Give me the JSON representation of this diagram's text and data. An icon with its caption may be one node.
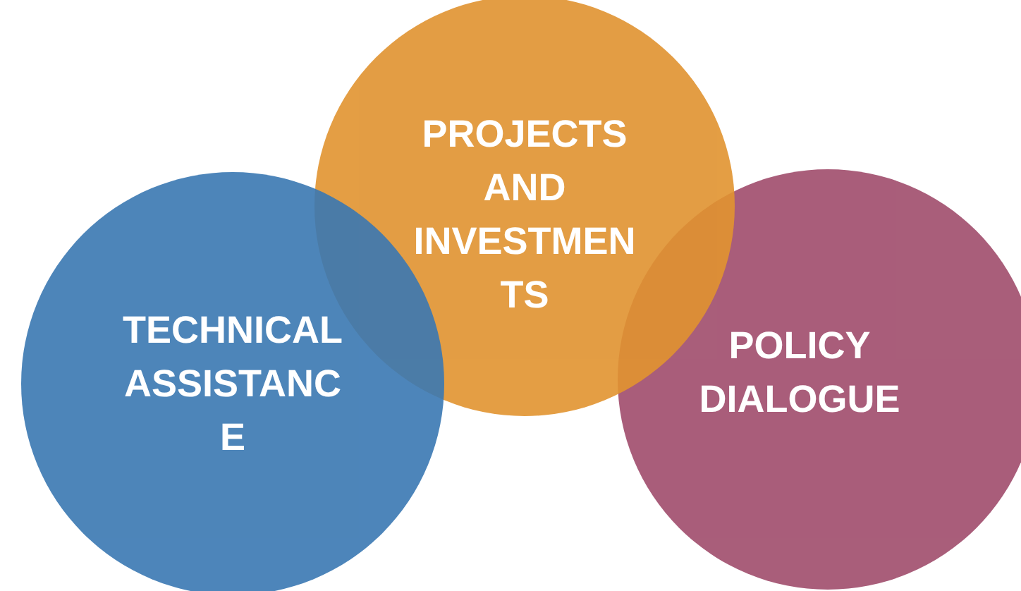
{
  "diagram": {
    "nodes": [
      {
        "text": [
          "TECHNICAL ASSISTANCE"
        ]
      },
      {
        "text": [
          "PROJECTS AND INVESTMENTS"
        ]
      },
      {
        "text": [
          "POLICY DIALOGUE"
        ]
      }
    ]
  }
}
